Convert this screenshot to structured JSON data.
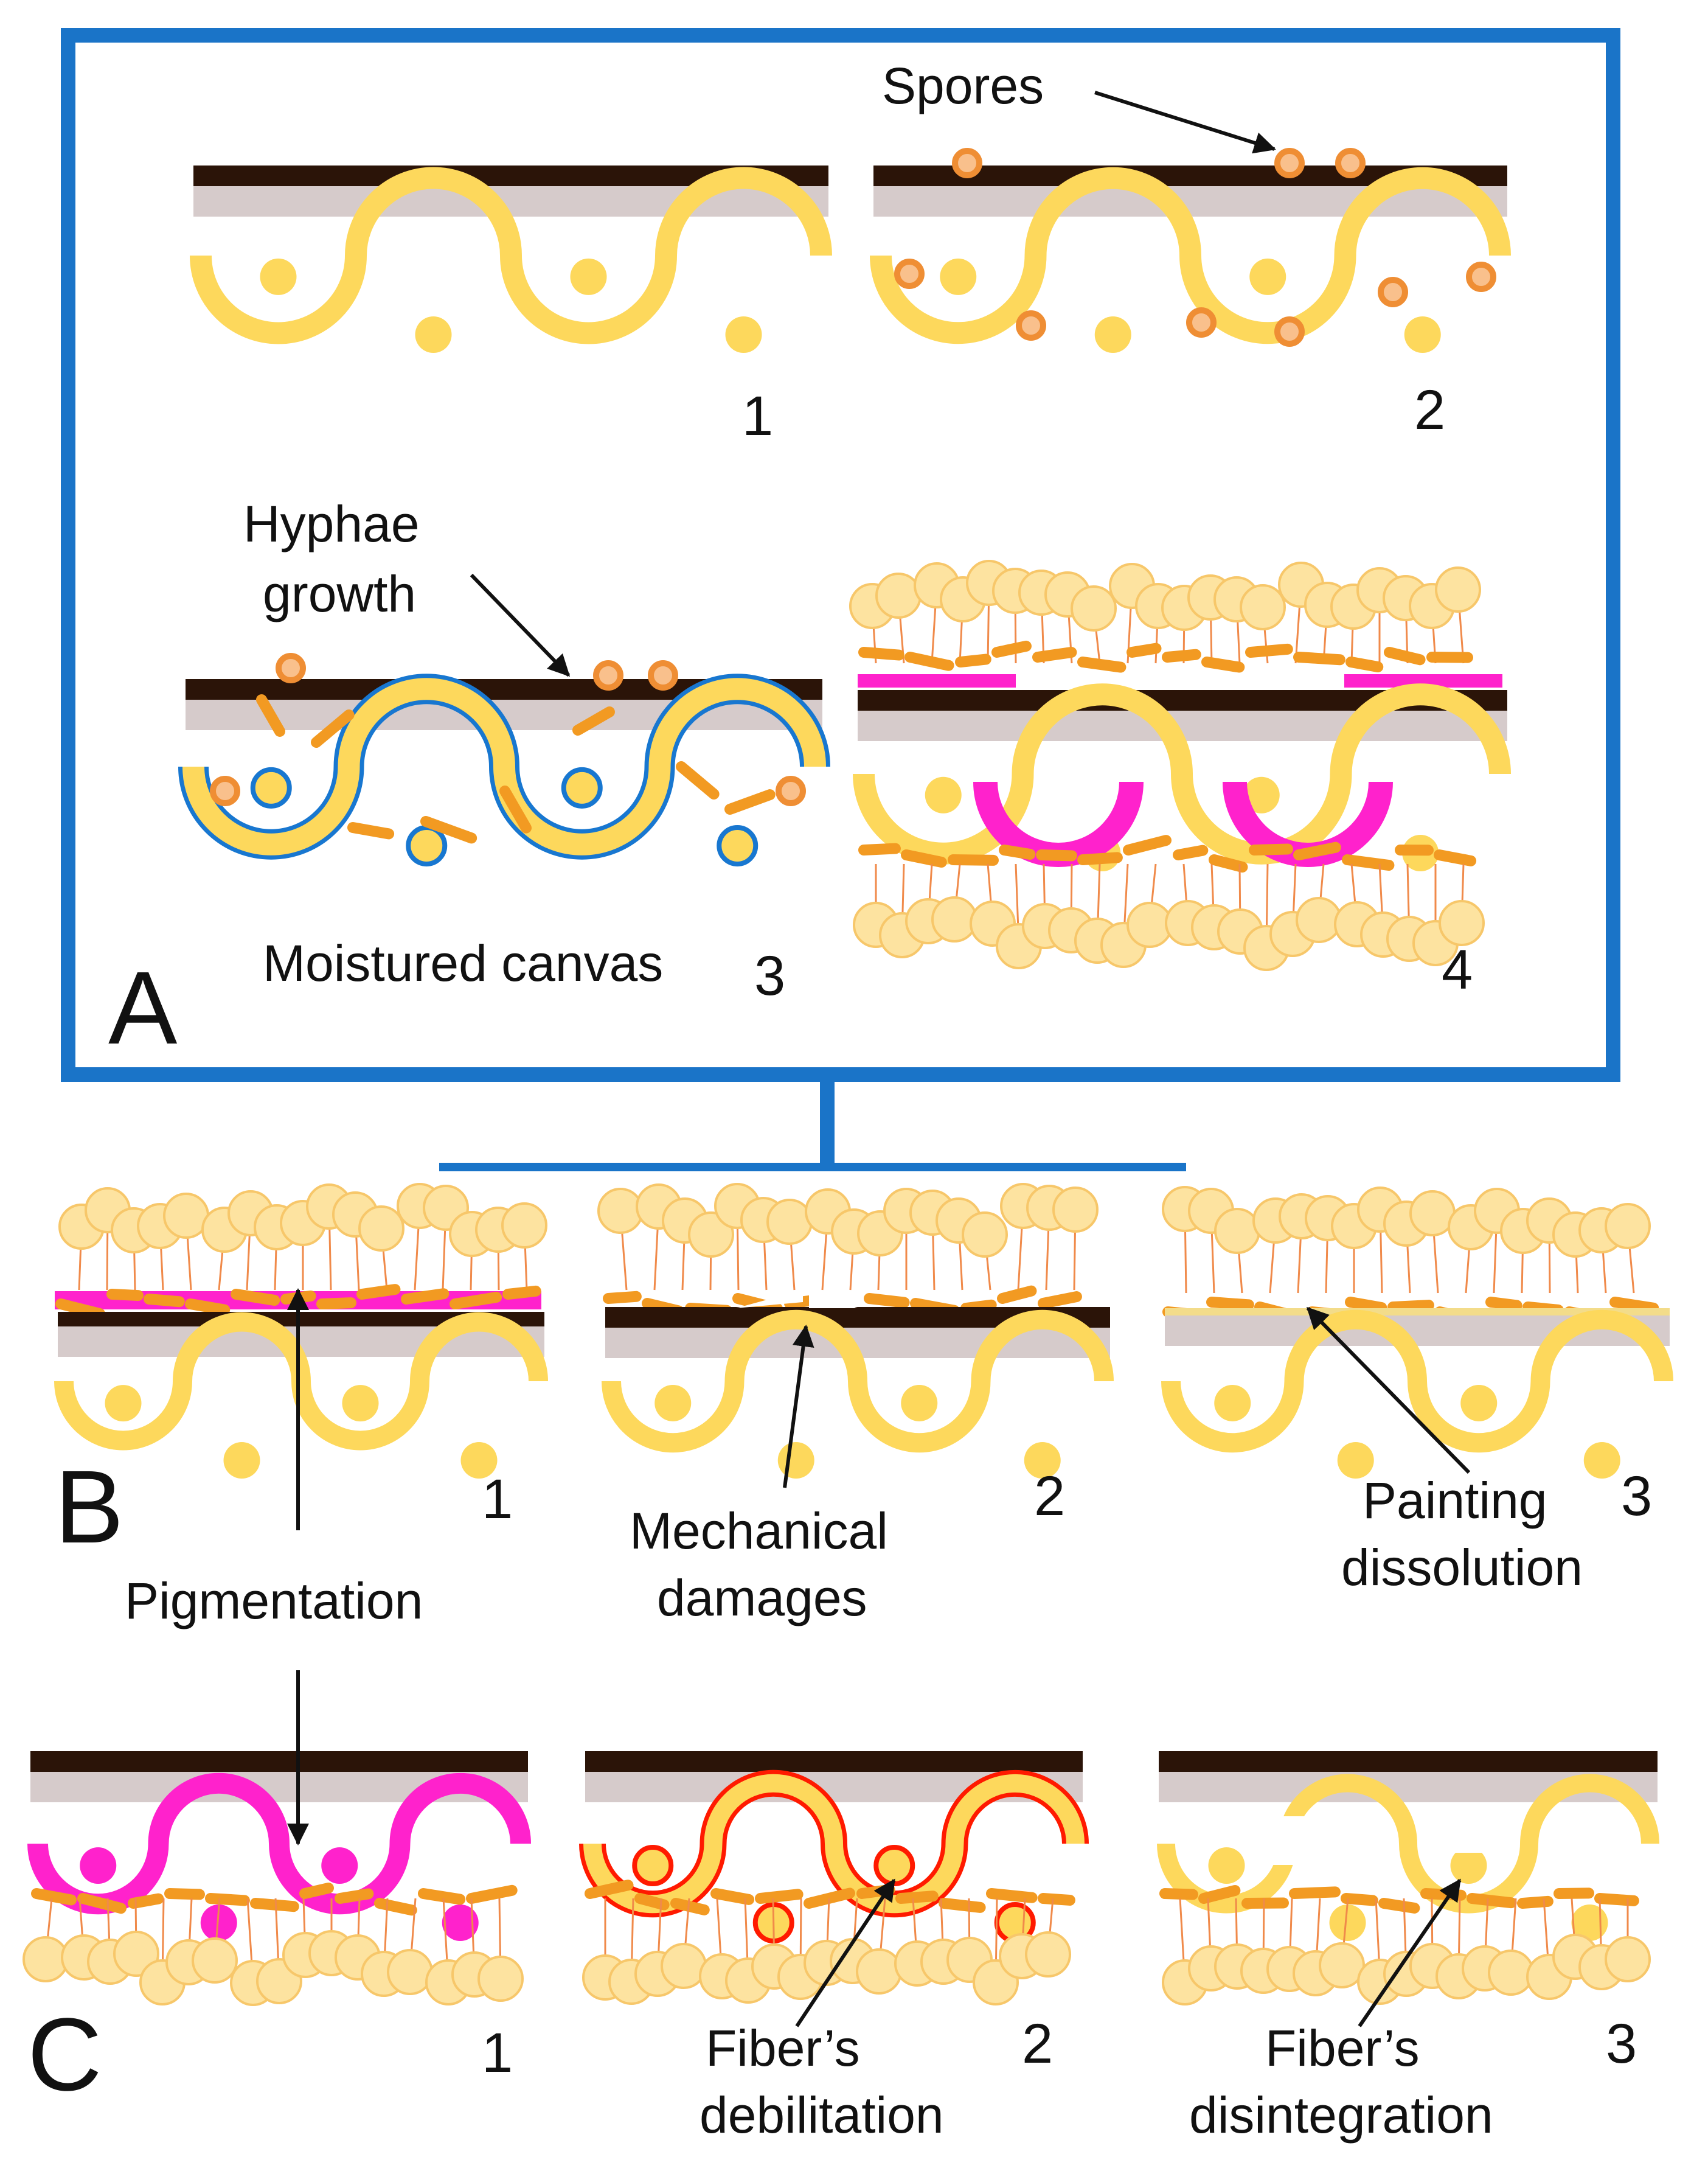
{
  "colors": {
    "frame_blue": "#1a74c8",
    "paint_dark": "#2b1408",
    "ground_gray": "#d6cbcb",
    "fiber_yellow": "#fdd85c",
    "spore_orange": "#ef8e34",
    "spore_fill": "#f9c08c",
    "hyphae_orange": "#f29a22",
    "conidia_fill": "#fde3a0",
    "pigment_magenta": "#ff22cc",
    "debilitation_red": "#ff1a00",
    "moisture_blue": "#1877d0"
  },
  "panels": {
    "A": {
      "letter": "A",
      "stage1_number": "1",
      "stage2_number": "2",
      "stage3_number": "3",
      "stage4_number": "4",
      "spores_label": "Spores",
      "hyphae_label_line1": "Hyphae",
      "hyphae_label_line2": "growth",
      "moisture_label": "Moistured canvas"
    },
    "B": {
      "letter": "B",
      "stage1_number": "1",
      "stage2_number": "2",
      "stage3_number": "3",
      "pigmentation_label": "Pigmentation",
      "mechanical_line1": "Mechanical",
      "mechanical_line2": "damages",
      "painting_line1": "Painting",
      "painting_line2": "dissolution"
    },
    "C": {
      "letter": "C",
      "stage1_number": "1",
      "stage2_number": "2",
      "stage3_number": "3",
      "debilitation_line1": "Fiber’s",
      "debilitation_line2": "debilitation",
      "disintegration_line1": "Fiber’s",
      "disintegration_line2": "disintegration"
    }
  }
}
